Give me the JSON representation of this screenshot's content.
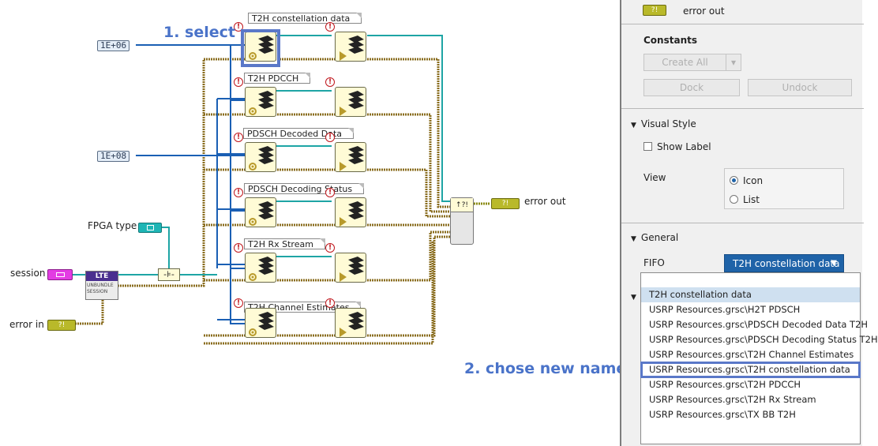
{
  "diagram": {
    "constants": [
      "1E+06",
      "1E+08"
    ],
    "nodes": [
      {
        "tag": "T2H constellation data"
      },
      {
        "tag": "T2H PDCCH"
      },
      {
        "tag": "PDSCH Decoded Data"
      },
      {
        "tag": "PDSCH Decoding Status"
      },
      {
        "tag": "T2H Rx Stream"
      },
      {
        "tag": "T2H Channel Estimates"
      }
    ],
    "labels": {
      "fpga_type": "FPGA type",
      "session": "session",
      "error_in": "error in",
      "error_out": "error out"
    },
    "lte_block": {
      "title": "LTE",
      "subtitle": "UNBUNDLE SESSION"
    },
    "annotations": {
      "select": "1. select",
      "chose": "2. chose new name"
    }
  },
  "panel": {
    "error_out_label": "error out",
    "constants_heading": "Constants",
    "create_all": "Create All",
    "dock": "Dock",
    "undock": "Undock",
    "visual_style_heading": "Visual Style",
    "show_label": "Show Label",
    "view_label": "View",
    "view_options": [
      "Icon",
      "List"
    ],
    "general_heading": "General",
    "fifo_label": "FIFO",
    "fifo_value": "T2H constellation data",
    "fifo_options": [
      "T2H constellation data",
      "USRP Resources.grsc\\H2T PDSCH",
      "USRP Resources.grsc\\PDSCH Decoded Data T2H",
      "USRP Resources.grsc\\PDSCH Decoding Status T2H",
      "USRP Resources.grsc\\T2H Channel Estimates",
      "USRP Resources.grsc\\T2H constellation data",
      "USRP Resources.grsc\\T2H PDCCH",
      "USRP Resources.grsc\\T2H Rx Stream",
      "USRP Resources.grsc\\TX BB T2H"
    ]
  },
  "colors": {
    "wire_blue": "#1a5fb4",
    "wire_teal": "#1ea5a5",
    "wire_error": "#8a6d1f",
    "accent": "#5a78c8"
  }
}
